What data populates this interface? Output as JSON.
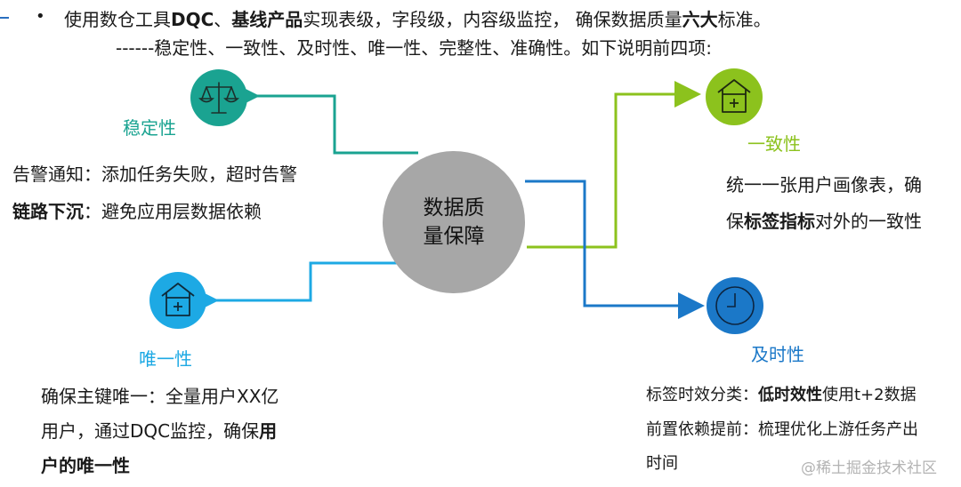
{
  "header": {
    "bullet": "•",
    "line1_parts": [
      "使用数仓工具",
      "DQC",
      "、",
      "基线产品",
      "实现表级，字段级，内容级监控， 确保数据质量",
      "六大",
      "标准。"
    ],
    "line2": "------稳定性、一致性、及时性、唯一性、完整性、准确性。如下说明前四项:"
  },
  "center": {
    "line1": "数据质",
    "line2": "量保障"
  },
  "stability": {
    "label": "稳定性",
    "line1": "告警通知：添加任务失败，超时告警",
    "line2_bold": "链路下沉",
    "line2_rest": "：避免应用层数据依赖"
  },
  "consistency": {
    "label": "一致性",
    "line1": "统一一张用户画像表，确",
    "line2_pre": "保",
    "line2_bold": "标签指标",
    "line2_post": "对外的一致性"
  },
  "uniqueness": {
    "label": "唯一性",
    "line1": "确保主键唯一：全量用户XX亿",
    "line2_pre": "用户，通过DQC监控，确保",
    "line2_bold": "用",
    "line3_bold": "户的唯一性"
  },
  "timeliness": {
    "label": "及时性",
    "line1_pre": "标签时效分类：",
    "line1_bold": "低时效性",
    "line1_post": "使用t+2数据",
    "line2": "前置依赖提前：梳理优化上游任务产出",
    "line3": "时间"
  },
  "watermark": "@稀土掘金技术社区",
  "colors": {
    "teal": "#1aa391",
    "green": "#8cc21d",
    "sky": "#1da9e4",
    "blue": "#1b78c8",
    "center_fill": "#a7a7a7"
  },
  "icons": {
    "stability": "balance-scale-icon",
    "consistency": "house-plus-icon",
    "uniqueness": "house-plus-icon",
    "timeliness": "clock-icon"
  }
}
